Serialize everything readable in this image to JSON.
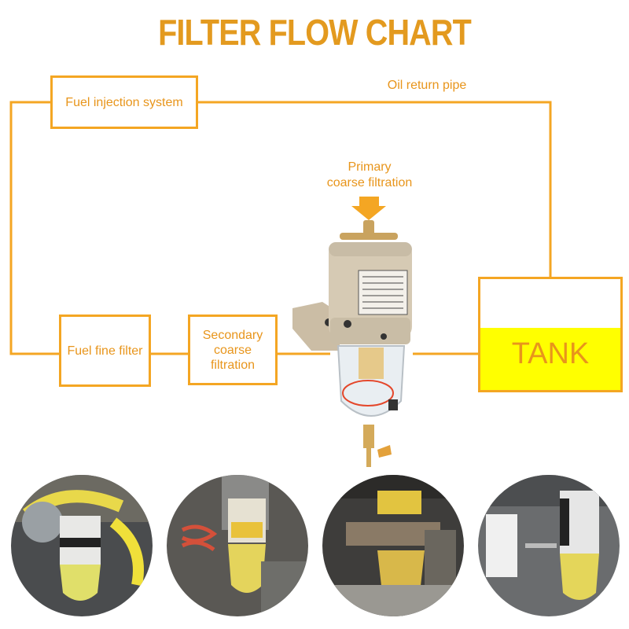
{
  "title": "FILTER FLOW CHART",
  "nodes": {
    "fuel_injection": "Fuel injection system",
    "oil_return": "Oil return pipe",
    "primary": [
      "Primary",
      "coarse filtration"
    ],
    "fine_filter": "Fuel fine filter",
    "secondary": [
      "Secondary",
      "coarse filtration"
    ],
    "tank": "TANK"
  },
  "colors": {
    "accent": "#f4a623",
    "text": "#e8951b",
    "title": "#e39a1f",
    "tank_fill": "#ffff00"
  },
  "photos": [
    {
      "icon": "installed-filter-photo-1"
    },
    {
      "icon": "installed-filter-photo-2"
    },
    {
      "icon": "installed-filter-photo-3"
    },
    {
      "icon": "installed-filter-photo-4"
    }
  ]
}
